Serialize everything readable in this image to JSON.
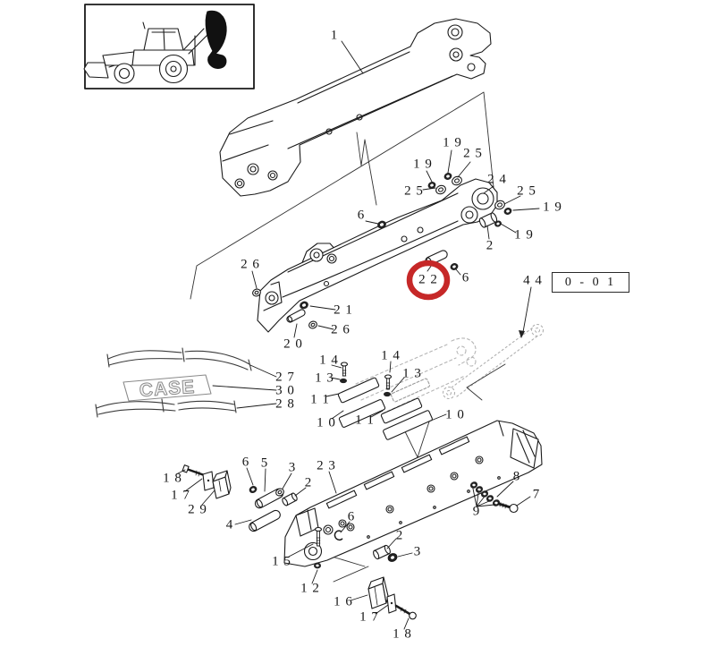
{
  "title": "CASE backhoe dipper extendable arm exploded parts diagram",
  "colors": {
    "background": "#ffffff",
    "line": "#1a1a1a",
    "highlight_circle": "#c62828"
  },
  "reference": {
    "prefix": "4 4",
    "code": "0 - 0 1"
  },
  "decals": {
    "logo": "CASE"
  },
  "callouts": [
    {
      "text": "1"
    },
    {
      "text": "1 9"
    },
    {
      "text": "2 5"
    },
    {
      "text": "1 9"
    },
    {
      "text": "2 5"
    },
    {
      "text": "2 4"
    },
    {
      "text": "2 5"
    },
    {
      "text": "1 9"
    },
    {
      "text": "1 9"
    },
    {
      "text": "2"
    },
    {
      "text": "6"
    },
    {
      "text": "2 6"
    },
    {
      "text": "2 1"
    },
    {
      "text": "2 6"
    },
    {
      "text": "2 0"
    },
    {
      "text": "2 2"
    },
    {
      "text": "6"
    },
    {
      "text": "2 7"
    },
    {
      "text": "3 0"
    },
    {
      "text": "2 8"
    },
    {
      "text": "1 4"
    },
    {
      "text": "1 3"
    },
    {
      "text": "1 1"
    },
    {
      "text": "1 0"
    },
    {
      "text": "1 4"
    },
    {
      "text": "1 3"
    },
    {
      "text": "1 1"
    },
    {
      "text": "1 0"
    },
    {
      "text": "1 8"
    },
    {
      "text": "1 7"
    },
    {
      "text": "2 9"
    },
    {
      "text": "6"
    },
    {
      "text": "5"
    },
    {
      "text": "3"
    },
    {
      "text": "2"
    },
    {
      "text": "2 3"
    },
    {
      "text": "4"
    },
    {
      "text": "6"
    },
    {
      "text": "1 5"
    },
    {
      "text": "1 2"
    },
    {
      "text": "2"
    },
    {
      "text": "3"
    },
    {
      "text": "8"
    },
    {
      "text": "7"
    },
    {
      "text": "9"
    },
    {
      "text": "1 6"
    },
    {
      "text": "1 7"
    },
    {
      "text": "1 8"
    }
  ]
}
